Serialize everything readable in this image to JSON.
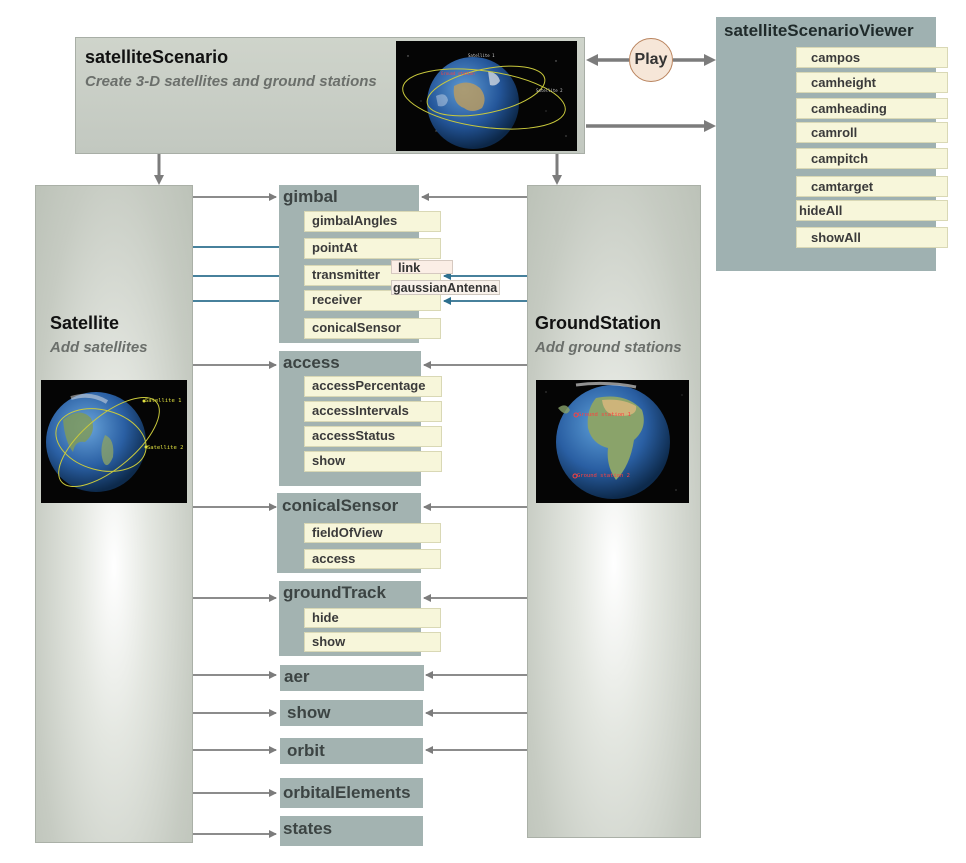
{
  "scenario": {
    "title": "satelliteScenario",
    "subtitle": "Create 3-D satellites and ground stations"
  },
  "play": {
    "label": "Play"
  },
  "viewer": {
    "title": "satelliteScenarioViewer",
    "items": [
      "campos",
      "camheight",
      "camheading",
      "camroll",
      "campitch",
      "camtarget",
      "hideAll",
      "showAll"
    ]
  },
  "satellite": {
    "title": "Satellite",
    "subtitle": "Add satellites",
    "labels": [
      "Satellite 1",
      "Satellite 2"
    ]
  },
  "groundstation": {
    "title": "GroundStation",
    "subtitle": "Add ground stations",
    "labels": [
      "Ground station 1",
      "Ground station 2"
    ]
  },
  "groups": {
    "gimbal": {
      "title": "gimbal",
      "items": [
        "gimbalAngles",
        "pointAt",
        "transmitter",
        "receiver",
        "conicalSensor"
      ],
      "link": "link",
      "antenna": "gaussianAntenna"
    },
    "access": {
      "title": "access",
      "items": [
        "accessPercentage",
        "accessIntervals",
        "accessStatus",
        "show"
      ]
    },
    "conicalSensor": {
      "title": "conicalSensor",
      "items": [
        "fieldOfView",
        "access"
      ]
    },
    "groundTrack": {
      "title": "groundTrack",
      "items": [
        "hide",
        "show"
      ]
    },
    "aer": {
      "title": "aer"
    },
    "show": {
      "title": "show"
    },
    "orbit": {
      "title": "orbit"
    },
    "orbitalElements": {
      "title": "orbitalElements"
    },
    "states": {
      "title": "states"
    }
  },
  "colors": {
    "arrow_gray": "#7c7c7c",
    "arrow_blue": "#2d6f8e",
    "block": "#a3b3b1",
    "method_fill": "#f7f6da"
  }
}
